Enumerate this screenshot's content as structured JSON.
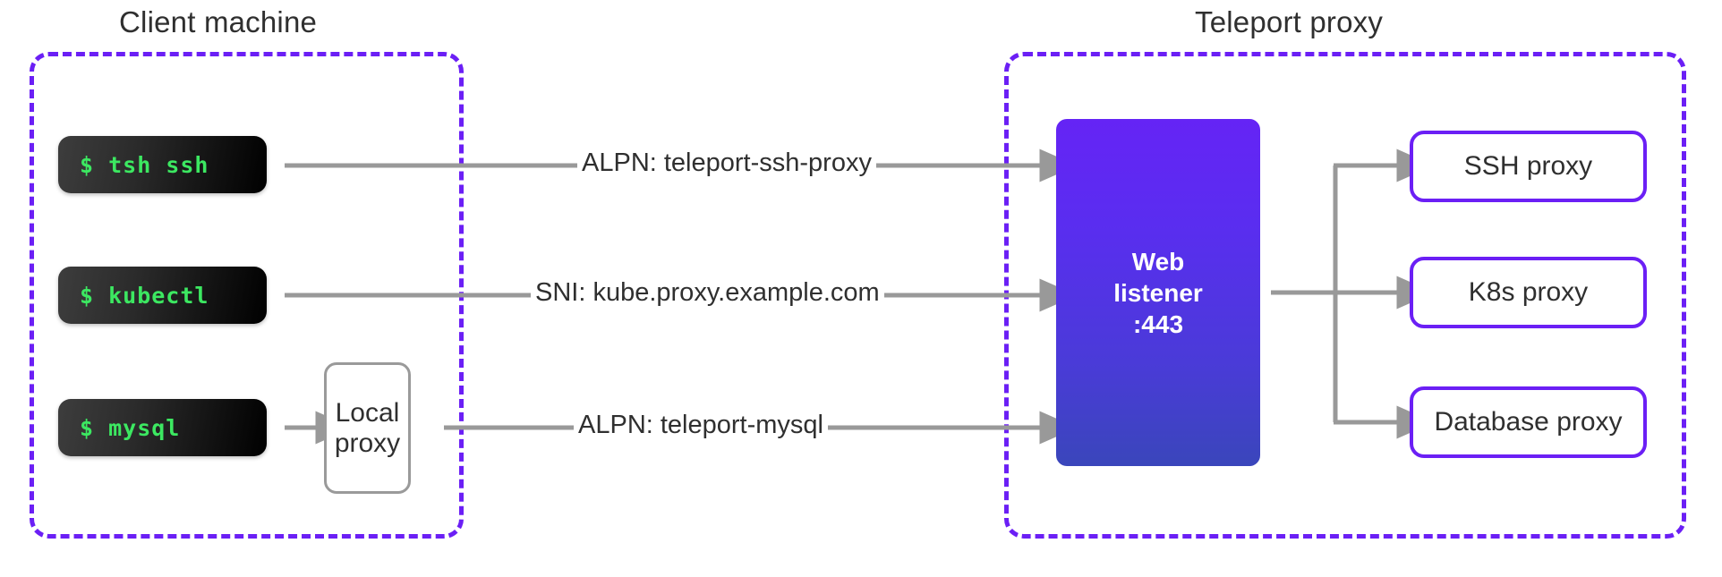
{
  "diagram": {
    "title_left": "Client machine",
    "title_right": "Teleport proxy",
    "colors": {
      "purple": "#6b1ff5",
      "terminal_green": "#3ce861",
      "wire_gray": "#999999",
      "text_dark": "#2f2f2f",
      "listener_gradient_top": "#6524f5",
      "listener_gradient_bottom": "#3a46bb"
    }
  },
  "client": {
    "terminals": [
      {
        "label": "$ tsh ssh"
      },
      {
        "label": "$ kubectl"
      },
      {
        "label": "$ mysql"
      }
    ],
    "local_proxy": {
      "line1": "Local",
      "line2": "proxy"
    }
  },
  "connections": [
    {
      "label": "ALPN: teleport-ssh-proxy"
    },
    {
      "label": "SNI: kube.proxy.example.com"
    },
    {
      "label": "ALPN: teleport-mysql"
    }
  ],
  "proxy": {
    "web_listener": {
      "line1": "Web",
      "line2": "listener",
      "line3": ":443"
    },
    "services": [
      {
        "label": "SSH proxy"
      },
      {
        "label": "K8s proxy"
      },
      {
        "label": "Database proxy"
      }
    ]
  }
}
